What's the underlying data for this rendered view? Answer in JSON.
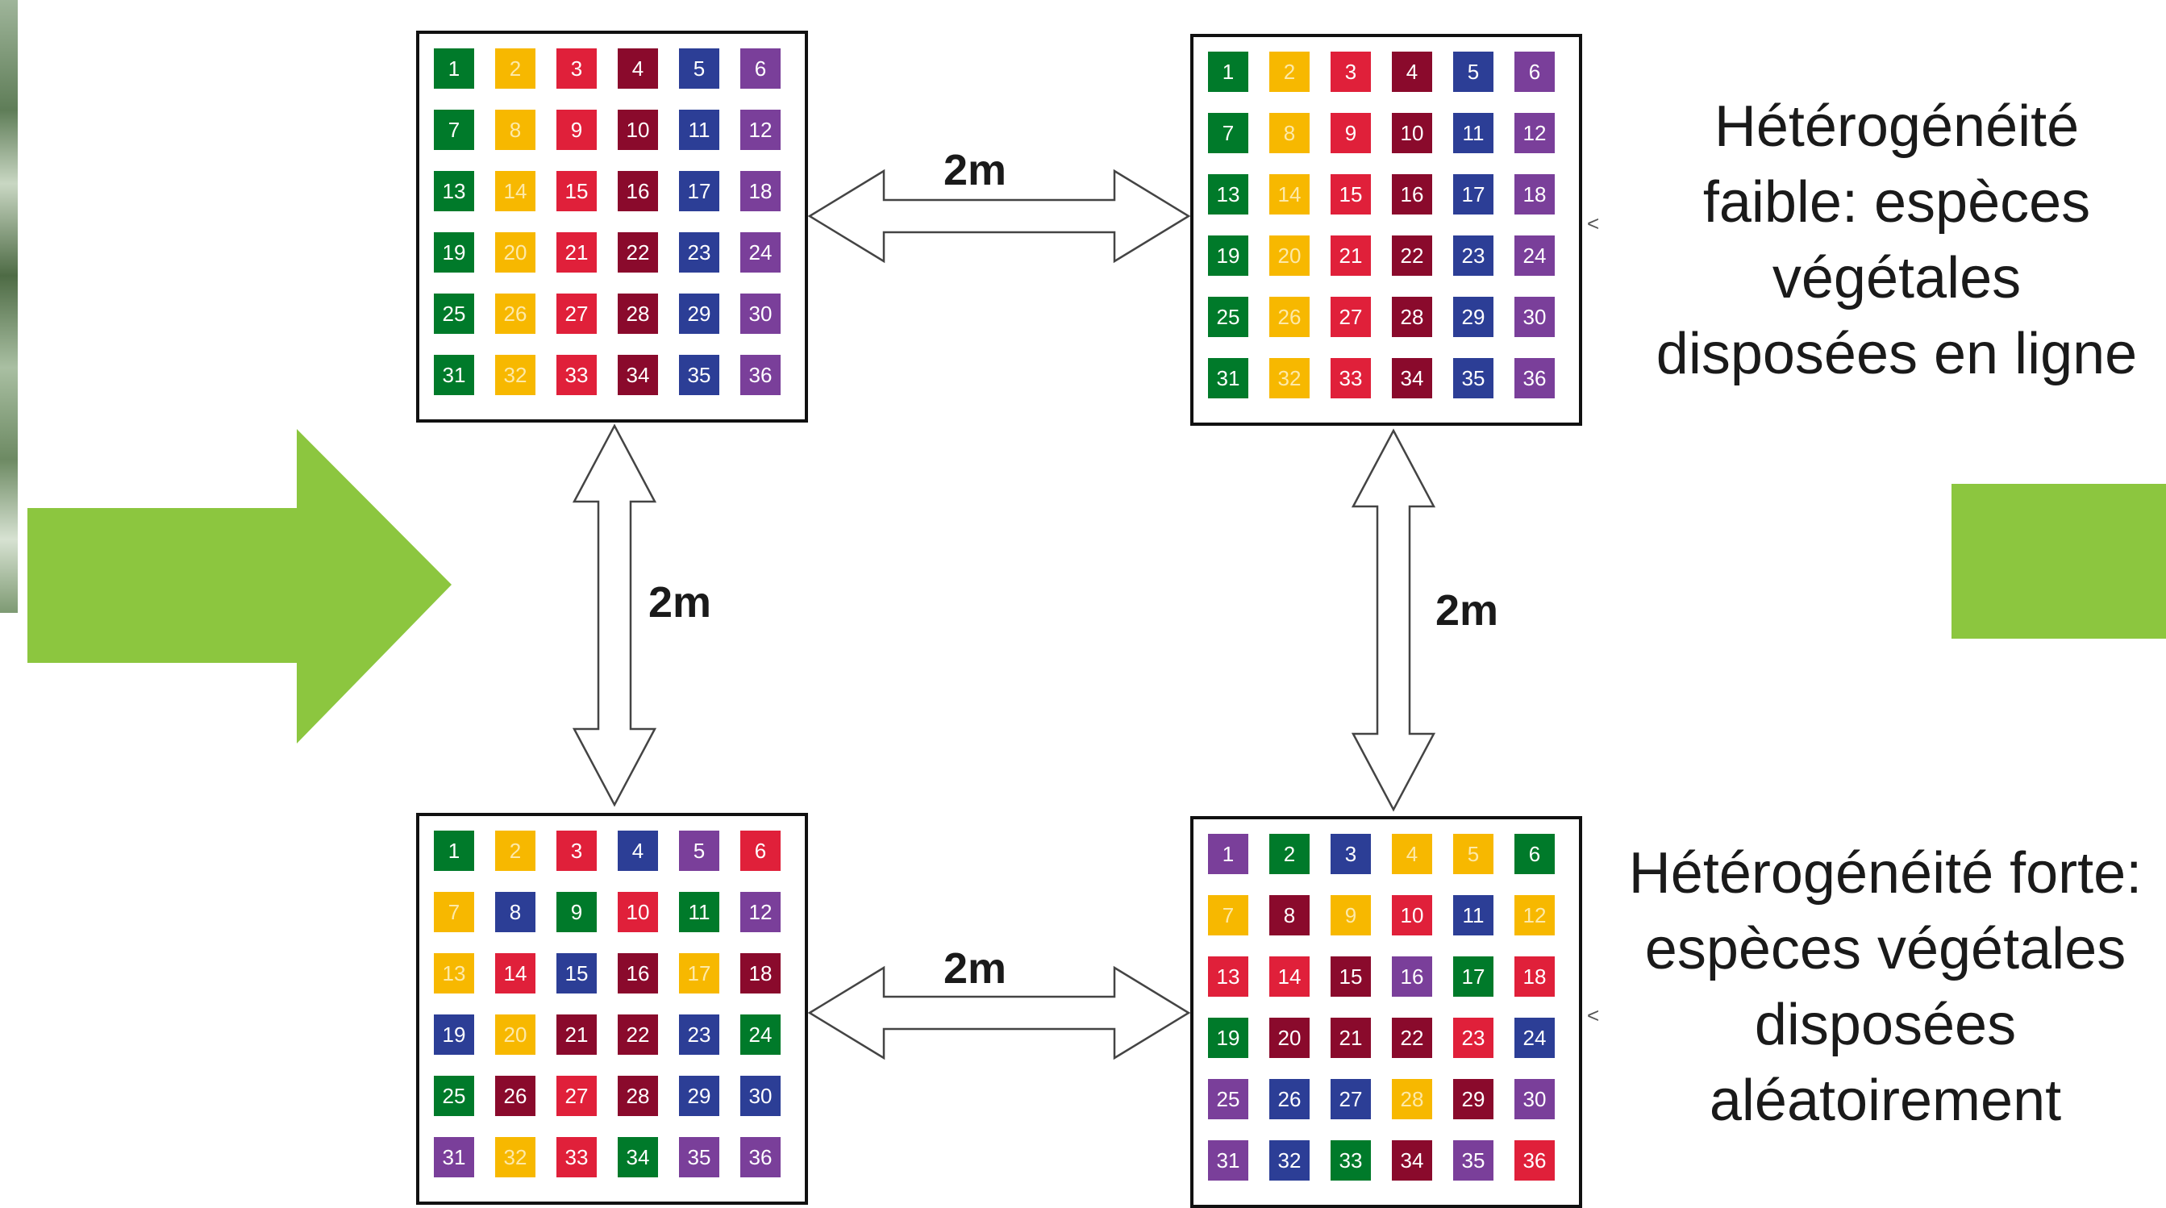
{
  "colors": {
    "G": "#007a2a",
    "Y": "#f7b800",
    "R": "#e0203a",
    "M": "#8a0a2c",
    "B": "#2c3e96",
    "P": "#7a3f9a",
    "accent_green": "#8cc63f"
  },
  "grids": [
    {
      "name": "grid-top-left",
      "cells": [
        {
          "n": "1",
          "c": "G"
        },
        {
          "n": "2",
          "c": "Y"
        },
        {
          "n": "3",
          "c": "R"
        },
        {
          "n": "4",
          "c": "M"
        },
        {
          "n": "5",
          "c": "B"
        },
        {
          "n": "6",
          "c": "P"
        },
        {
          "n": "7",
          "c": "G"
        },
        {
          "n": "8",
          "c": "Y"
        },
        {
          "n": "9",
          "c": "R"
        },
        {
          "n": "10",
          "c": "M"
        },
        {
          "n": "11",
          "c": "B"
        },
        {
          "n": "12",
          "c": "P"
        },
        {
          "n": "13",
          "c": "G"
        },
        {
          "n": "14",
          "c": "Y"
        },
        {
          "n": "15",
          "c": "R"
        },
        {
          "n": "16",
          "c": "M"
        },
        {
          "n": "17",
          "c": "B"
        },
        {
          "n": "18",
          "c": "P"
        },
        {
          "n": "19",
          "c": "G"
        },
        {
          "n": "20",
          "c": "Y"
        },
        {
          "n": "21",
          "c": "R"
        },
        {
          "n": "22",
          "c": "M"
        },
        {
          "n": "23",
          "c": "B"
        },
        {
          "n": "24",
          "c": "P"
        },
        {
          "n": "25",
          "c": "G"
        },
        {
          "n": "26",
          "c": "Y"
        },
        {
          "n": "27",
          "c": "R"
        },
        {
          "n": "28",
          "c": "M"
        },
        {
          "n": "29",
          "c": "B"
        },
        {
          "n": "30",
          "c": "P"
        },
        {
          "n": "31",
          "c": "G"
        },
        {
          "n": "32",
          "c": "Y"
        },
        {
          "n": "33",
          "c": "R"
        },
        {
          "n": "34",
          "c": "M"
        },
        {
          "n": "35",
          "c": "B"
        },
        {
          "n": "36",
          "c": "P"
        }
      ]
    },
    {
      "name": "grid-top-right",
      "cells": [
        {
          "n": "1",
          "c": "G"
        },
        {
          "n": "2",
          "c": "Y"
        },
        {
          "n": "3",
          "c": "R"
        },
        {
          "n": "4",
          "c": "M"
        },
        {
          "n": "5",
          "c": "B"
        },
        {
          "n": "6",
          "c": "P"
        },
        {
          "n": "7",
          "c": "G"
        },
        {
          "n": "8",
          "c": "Y"
        },
        {
          "n": "9",
          "c": "R"
        },
        {
          "n": "10",
          "c": "M"
        },
        {
          "n": "11",
          "c": "B"
        },
        {
          "n": "12",
          "c": "P"
        },
        {
          "n": "13",
          "c": "G"
        },
        {
          "n": "14",
          "c": "Y"
        },
        {
          "n": "15",
          "c": "R"
        },
        {
          "n": "16",
          "c": "M"
        },
        {
          "n": "17",
          "c": "B"
        },
        {
          "n": "18",
          "c": "P"
        },
        {
          "n": "19",
          "c": "G"
        },
        {
          "n": "20",
          "c": "Y"
        },
        {
          "n": "21",
          "c": "R"
        },
        {
          "n": "22",
          "c": "M"
        },
        {
          "n": "23",
          "c": "B"
        },
        {
          "n": "24",
          "c": "P"
        },
        {
          "n": "25",
          "c": "G"
        },
        {
          "n": "26",
          "c": "Y"
        },
        {
          "n": "27",
          "c": "R"
        },
        {
          "n": "28",
          "c": "M"
        },
        {
          "n": "29",
          "c": "B"
        },
        {
          "n": "30",
          "c": "P"
        },
        {
          "n": "31",
          "c": "G"
        },
        {
          "n": "32",
          "c": "Y"
        },
        {
          "n": "33",
          "c": "R"
        },
        {
          "n": "34",
          "c": "M"
        },
        {
          "n": "35",
          "c": "B"
        },
        {
          "n": "36",
          "c": "P"
        }
      ]
    },
    {
      "name": "grid-bottom-left",
      "cells": [
        {
          "n": "1",
          "c": "G"
        },
        {
          "n": "2",
          "c": "Y"
        },
        {
          "n": "3",
          "c": "R"
        },
        {
          "n": "4",
          "c": "B"
        },
        {
          "n": "5",
          "c": "P"
        },
        {
          "n": "6",
          "c": "R"
        },
        {
          "n": "7",
          "c": "Y"
        },
        {
          "n": "8",
          "c": "B"
        },
        {
          "n": "9",
          "c": "G"
        },
        {
          "n": "10",
          "c": "R"
        },
        {
          "n": "11",
          "c": "G"
        },
        {
          "n": "12",
          "c": "P"
        },
        {
          "n": "13",
          "c": "Y"
        },
        {
          "n": "14",
          "c": "R"
        },
        {
          "n": "15",
          "c": "B"
        },
        {
          "n": "16",
          "c": "M"
        },
        {
          "n": "17",
          "c": "Y"
        },
        {
          "n": "18",
          "c": "M"
        },
        {
          "n": "19",
          "c": "B"
        },
        {
          "n": "20",
          "c": "Y"
        },
        {
          "n": "21",
          "c": "M"
        },
        {
          "n": "22",
          "c": "M"
        },
        {
          "n": "23",
          "c": "B"
        },
        {
          "n": "24",
          "c": "G"
        },
        {
          "n": "25",
          "c": "G"
        },
        {
          "n": "26",
          "c": "M"
        },
        {
          "n": "27",
          "c": "R"
        },
        {
          "n": "28",
          "c": "M"
        },
        {
          "n": "29",
          "c": "B"
        },
        {
          "n": "30",
          "c": "B"
        },
        {
          "n": "31",
          "c": "P"
        },
        {
          "n": "32",
          "c": "Y"
        },
        {
          "n": "33",
          "c": "R"
        },
        {
          "n": "34",
          "c": "G"
        },
        {
          "n": "35",
          "c": "P"
        },
        {
          "n": "36",
          "c": "P"
        }
      ]
    },
    {
      "name": "grid-bottom-right",
      "cells": [
        {
          "n": "1",
          "c": "P"
        },
        {
          "n": "2",
          "c": "G"
        },
        {
          "n": "3",
          "c": "B"
        },
        {
          "n": "4",
          "c": "Y"
        },
        {
          "n": "5",
          "c": "Y"
        },
        {
          "n": "6",
          "c": "G"
        },
        {
          "n": "7",
          "c": "Y"
        },
        {
          "n": "8",
          "c": "M"
        },
        {
          "n": "9",
          "c": "Y"
        },
        {
          "n": "10",
          "c": "R"
        },
        {
          "n": "11",
          "c": "B"
        },
        {
          "n": "12",
          "c": "Y"
        },
        {
          "n": "13",
          "c": "R"
        },
        {
          "n": "14",
          "c": "R"
        },
        {
          "n": "15",
          "c": "M"
        },
        {
          "n": "16",
          "c": "P"
        },
        {
          "n": "17",
          "c": "G"
        },
        {
          "n": "18",
          "c": "R"
        },
        {
          "n": "19",
          "c": "G"
        },
        {
          "n": "20",
          "c": "M"
        },
        {
          "n": "21",
          "c": "M"
        },
        {
          "n": "22",
          "c": "M"
        },
        {
          "n": "23",
          "c": "R"
        },
        {
          "n": "24",
          "c": "B"
        },
        {
          "n": "25",
          "c": "P"
        },
        {
          "n": "26",
          "c": "B"
        },
        {
          "n": "27",
          "c": "B"
        },
        {
          "n": "28",
          "c": "Y"
        },
        {
          "n": "29",
          "c": "M"
        },
        {
          "n": "30",
          "c": "P"
        },
        {
          "n": "31",
          "c": "P"
        },
        {
          "n": "32",
          "c": "B"
        },
        {
          "n": "33",
          "c": "G"
        },
        {
          "n": "34",
          "c": "M"
        },
        {
          "n": "35",
          "c": "P"
        },
        {
          "n": "36",
          "c": "R"
        }
      ]
    }
  ],
  "distance_labels": {
    "top": "2m",
    "left": "2m",
    "right": "2m",
    "bottom": "2m"
  },
  "captions": {
    "low": [
      "Hétérogénéité",
      "faible: espèces",
      "végétales",
      "disposées en ligne"
    ],
    "high": [
      "Hétérogénéité forte:",
      "espèces végétales",
      "disposées",
      "aléatoirement"
    ]
  },
  "small_marks": {
    "upper": "<",
    "lower": "<"
  }
}
